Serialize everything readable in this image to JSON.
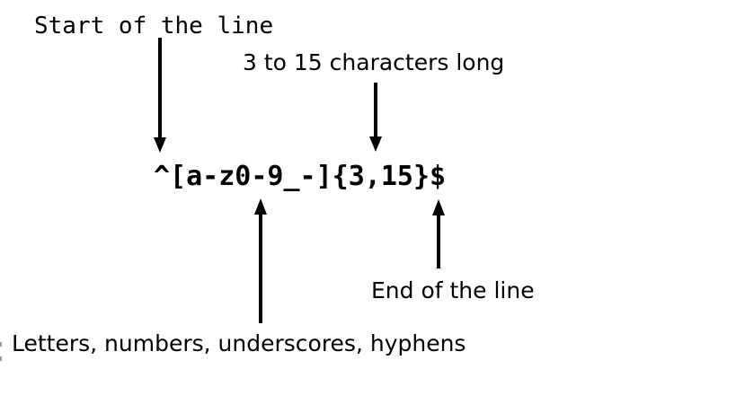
{
  "diagram": {
    "background_color": "#ffffff",
    "ink_color": "#000000",
    "regex": "^[a-z0-9_-]{3,15}$",
    "annotations": {
      "start_of_line": {
        "label": "Start of the line",
        "points_to": "^",
        "arrow_direction": "down"
      },
      "length": {
        "label": "3 to 15 characters long",
        "points_to": "{3,15}",
        "arrow_direction": "down"
      },
      "character_class": {
        "label": "Letters, numbers, underscores, hyphens",
        "points_to": "[a-z0-9_-]",
        "arrow_direction": "up"
      },
      "end_of_line": {
        "label": "End of the line",
        "points_to": "$",
        "arrow_direction": "up"
      }
    }
  }
}
